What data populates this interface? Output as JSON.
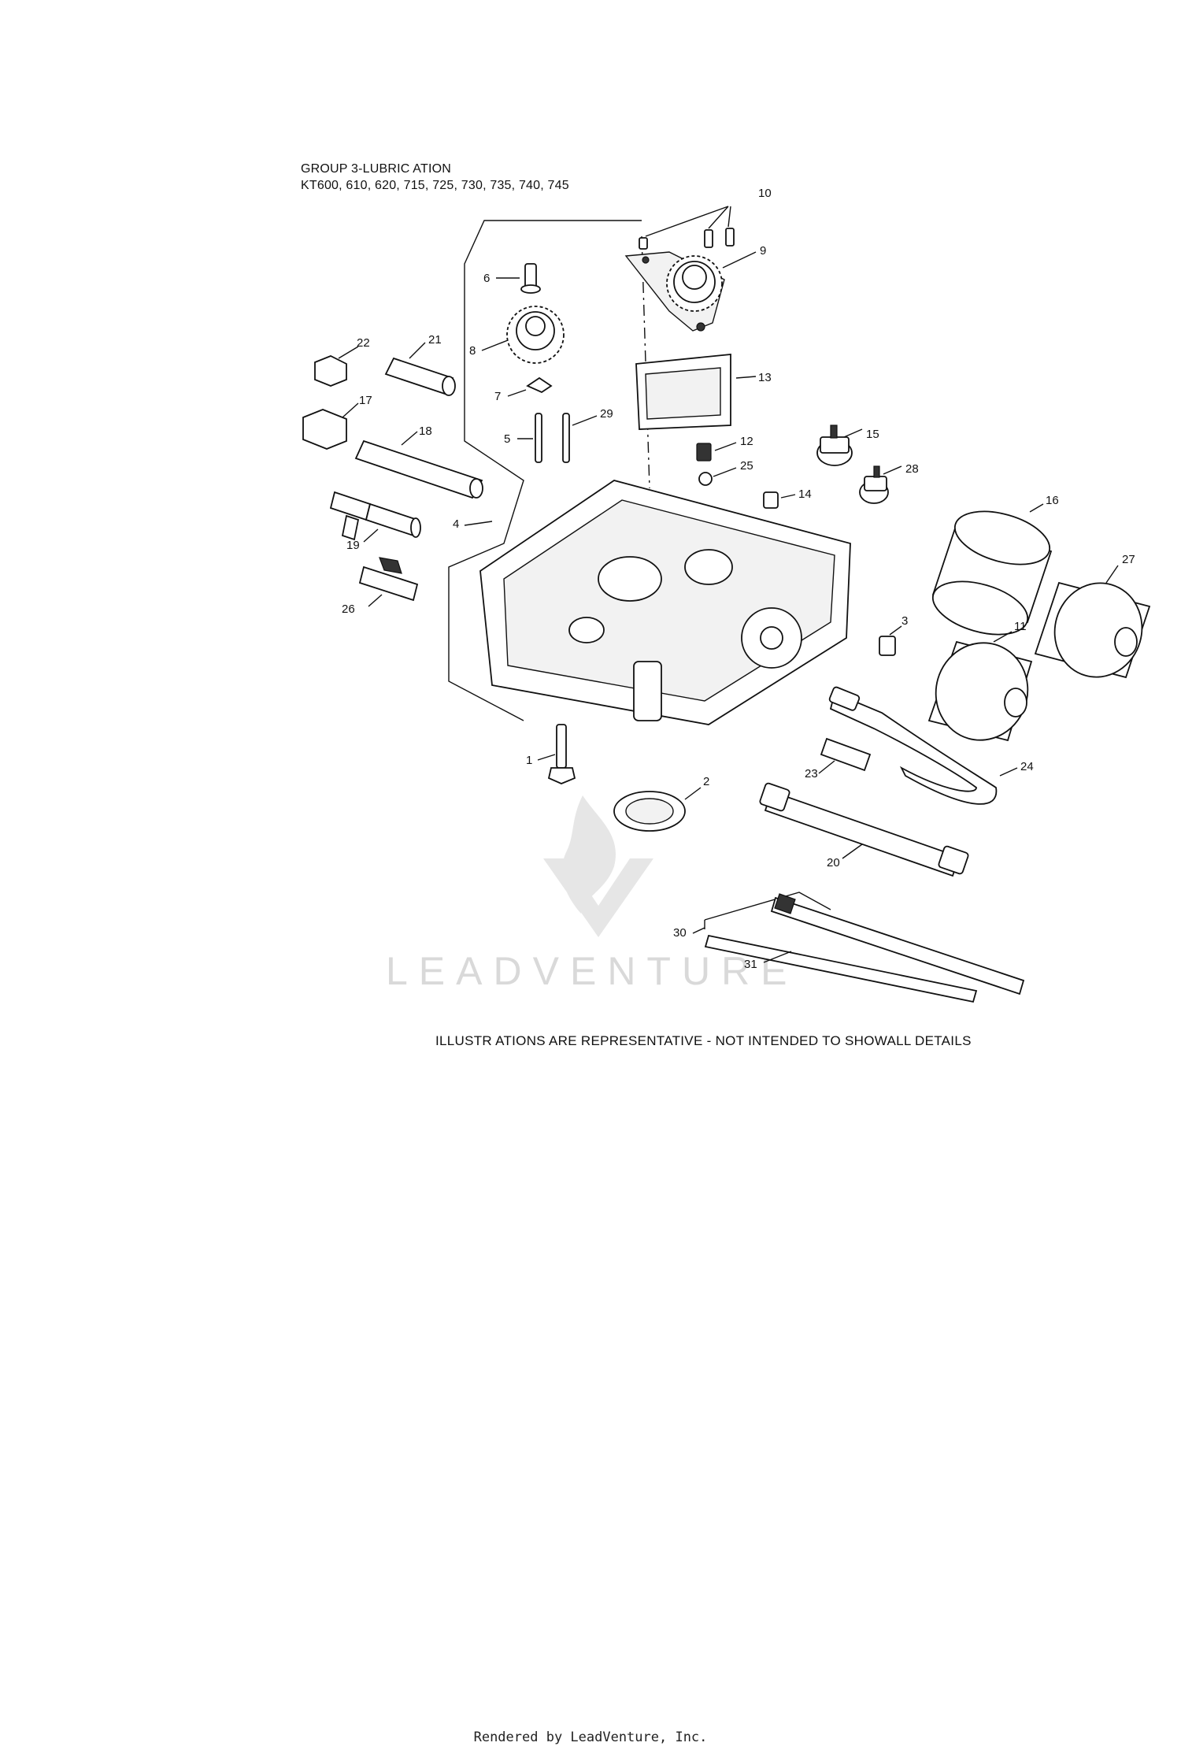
{
  "header": {
    "group_title": "GROUP 3-LUBRIC ATION",
    "models": "KT600, 610, 620, 715, 725, 730, 735, 740, 745"
  },
  "disclaimer": "ILLUSTR ATIONS ARE REPRESENTATIVE - NOT INTENDED TO SHOWALL DETAILS",
  "watermark": {
    "brand": "LEADVENTURE",
    "color": "#d9d9d9"
  },
  "footer": "Rendered by LeadVenture, Inc.",
  "callouts": {
    "c1": "1",
    "c2": "2",
    "c3": "3",
    "c4": "4",
    "c5": "5",
    "c6": "6",
    "c7": "7",
    "c8": "8",
    "c9": "9",
    "c10": "10",
    "c11": "11",
    "c12": "12",
    "c13": "13",
    "c14": "14",
    "c15": "15",
    "c16": "16",
    "c17": "17",
    "c18": "18",
    "c19": "19",
    "c20": "20",
    "c21": "21",
    "c22": "22",
    "c23": "23",
    "c24": "24",
    "c25": "25",
    "c26": "26",
    "c27": "27",
    "c28": "28",
    "c29": "29",
    "c30": "30",
    "c31": "31"
  }
}
